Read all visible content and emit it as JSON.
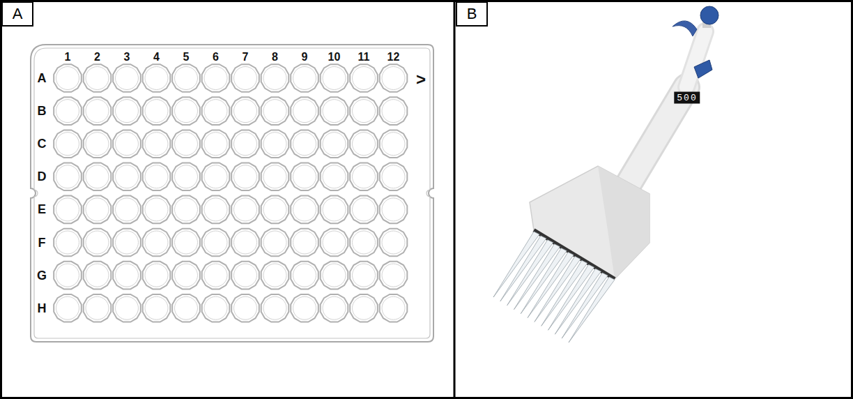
{
  "diagram": {
    "nodes": [
      {
        "text": [
          "A"
        ]
      },
      {
        "text": [
          "B"
        ]
      }
    ],
    "labels": [
      "1",
      "2",
      "3",
      "4",
      "5",
      "6",
      "7",
      "8",
      "9",
      "10",
      "11",
      "12",
      "A",
      "B",
      "C",
      "D",
      "E",
      "F",
      "G",
      "H",
      ">",
      "500"
    ]
  }
}
